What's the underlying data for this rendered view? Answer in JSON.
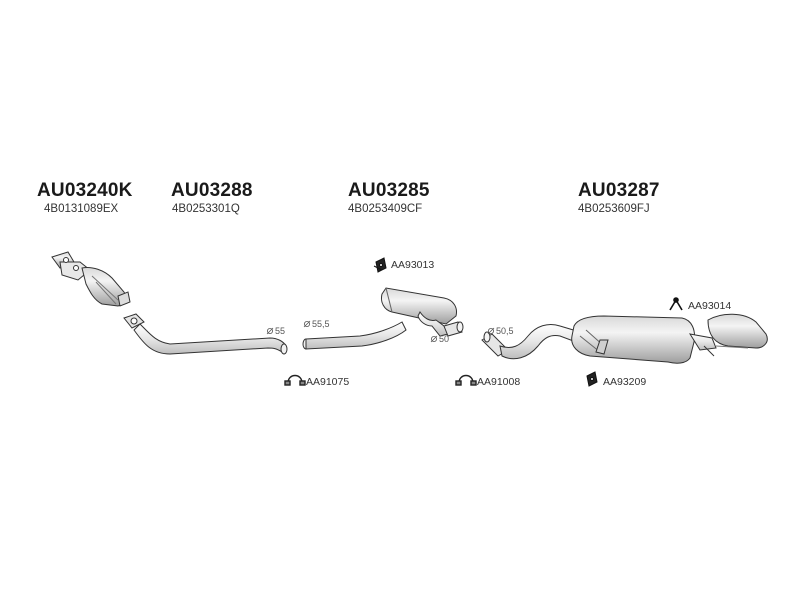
{
  "parts": {
    "catalyst": {
      "code": "AU03240K",
      "oem": "4B0131089EX"
    },
    "front_pipe": {
      "code": "AU03288",
      "oem": "4B0253301Q"
    },
    "middle_silencer": {
      "code": "AU03285",
      "oem": "4B0253409CF"
    },
    "rear_silencer": {
      "code": "AU03287",
      "oem": "4B0253609FJ"
    }
  },
  "accessories": {
    "clamp_front": "AA91075",
    "clamp_rear": "AA91008",
    "hanger_middle": "AA93013",
    "hanger_rear_top": "AA93014",
    "hanger_rear_bottom": "AA93209"
  },
  "dimensions": {
    "front_pipe_end": "55",
    "middle_inlet": "55,5",
    "middle_outlet": "50",
    "rear_inlet": "50,5"
  },
  "colors": {
    "line": "#333333",
    "fill": "#f2f2f2",
    "shade": "#cfcfcf"
  }
}
